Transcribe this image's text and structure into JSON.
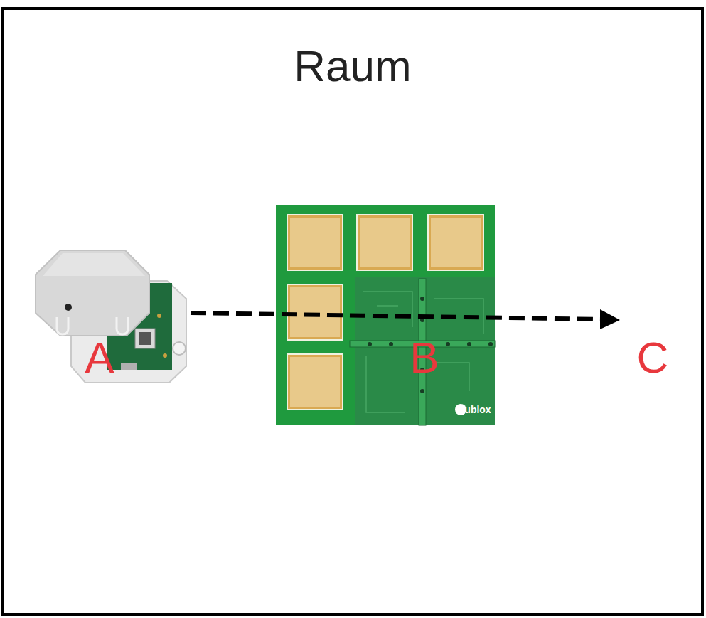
{
  "diagram": {
    "nodes": [
      {
        "text": [
          "Raum"
        ]
      }
    ],
    "labels": [
      "A",
      "B",
      "C",
      "ublox"
    ]
  }
}
